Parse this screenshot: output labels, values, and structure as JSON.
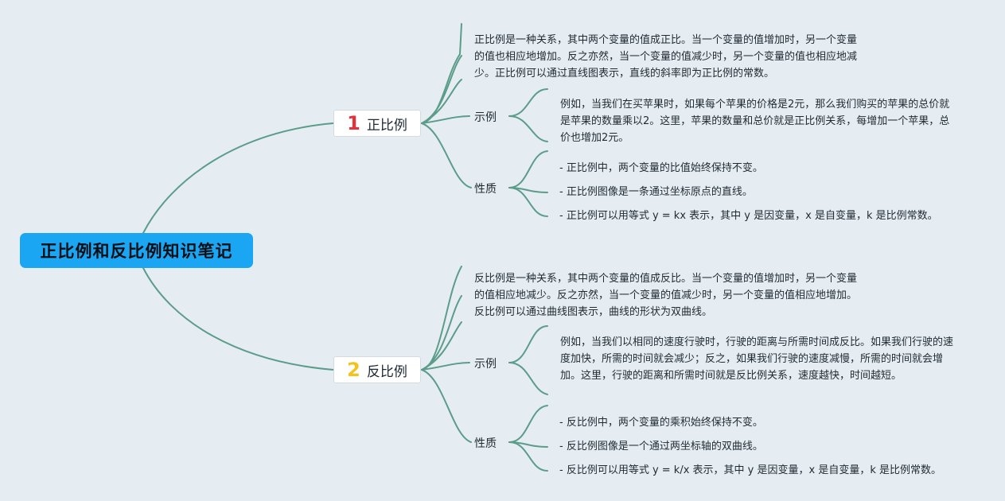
{
  "root": {
    "title": "正比例和反比例知识笔记"
  },
  "branches": [
    {
      "number": "1",
      "label": "正比例",
      "description": "正比例是一种关系，其中两个变量的值成正比。当一个变量的值增加时，另一个变量的值也相应地增加。反之亦然，当一个变量的值减少时，另一个变量的值也相应地减少。正比例可以通过直线图表示，直线的斜率即为正比例的常数。",
      "example_label": "示例",
      "example_text": "例如，当我们在买苹果时，如果每个苹果的价格是2元，那么我们购买的苹果的总价就是苹果的数量乘以2。这里，苹果的数量和总价就是正比例关系，每增加一个苹果，总价也增加2元。",
      "property_label": "性质",
      "properties": [
        "- 正比例中，两个变量的比值始终保持不变。",
        "- 正比例图像是一条通过坐标原点的直线。",
        "- 正比例可以用等式 y = kx 表示，其中 y 是因变量，x 是自变量，k 是比例常数。"
      ]
    },
    {
      "number": "2",
      "label": "反比例",
      "description": "反比例是一种关系，其中两个变量的值成反比。当一个变量的值增加时，另一个变量的值相应地减少。反之亦然，当一个变量的值减少时，另一个变量的值相应地增加。反比例可以通过曲线图表示，曲线的形状为双曲线。",
      "example_label": "示例",
      "example_text": "例如，当我们以相同的速度行驶时，行驶的距离与所需时间成反比。如果我们行驶的速度加快，所需的时间就会减少；反之，如果我们行驶的速度减慢，所需的时间就会增加。这里，行驶的距离和所需时间就是反比例关系，速度越快，时间越短。",
      "property_label": "性质",
      "properties": [
        "- 反比例中，两个变量的乘积始终保持不变。",
        "- 反比例图像是一个通过两坐标轴的双曲线。",
        "- 反比例可以用等式 y = k/x 表示，其中 y 是因变量，x 是自变量，k 是比例常数。"
      ]
    }
  ],
  "colors": {
    "connector": "#5b9c8a",
    "root_bg": "#1aa6f2",
    "background": "#e6edf2",
    "num1": "#e5323a",
    "num2": "#f5c21a"
  }
}
